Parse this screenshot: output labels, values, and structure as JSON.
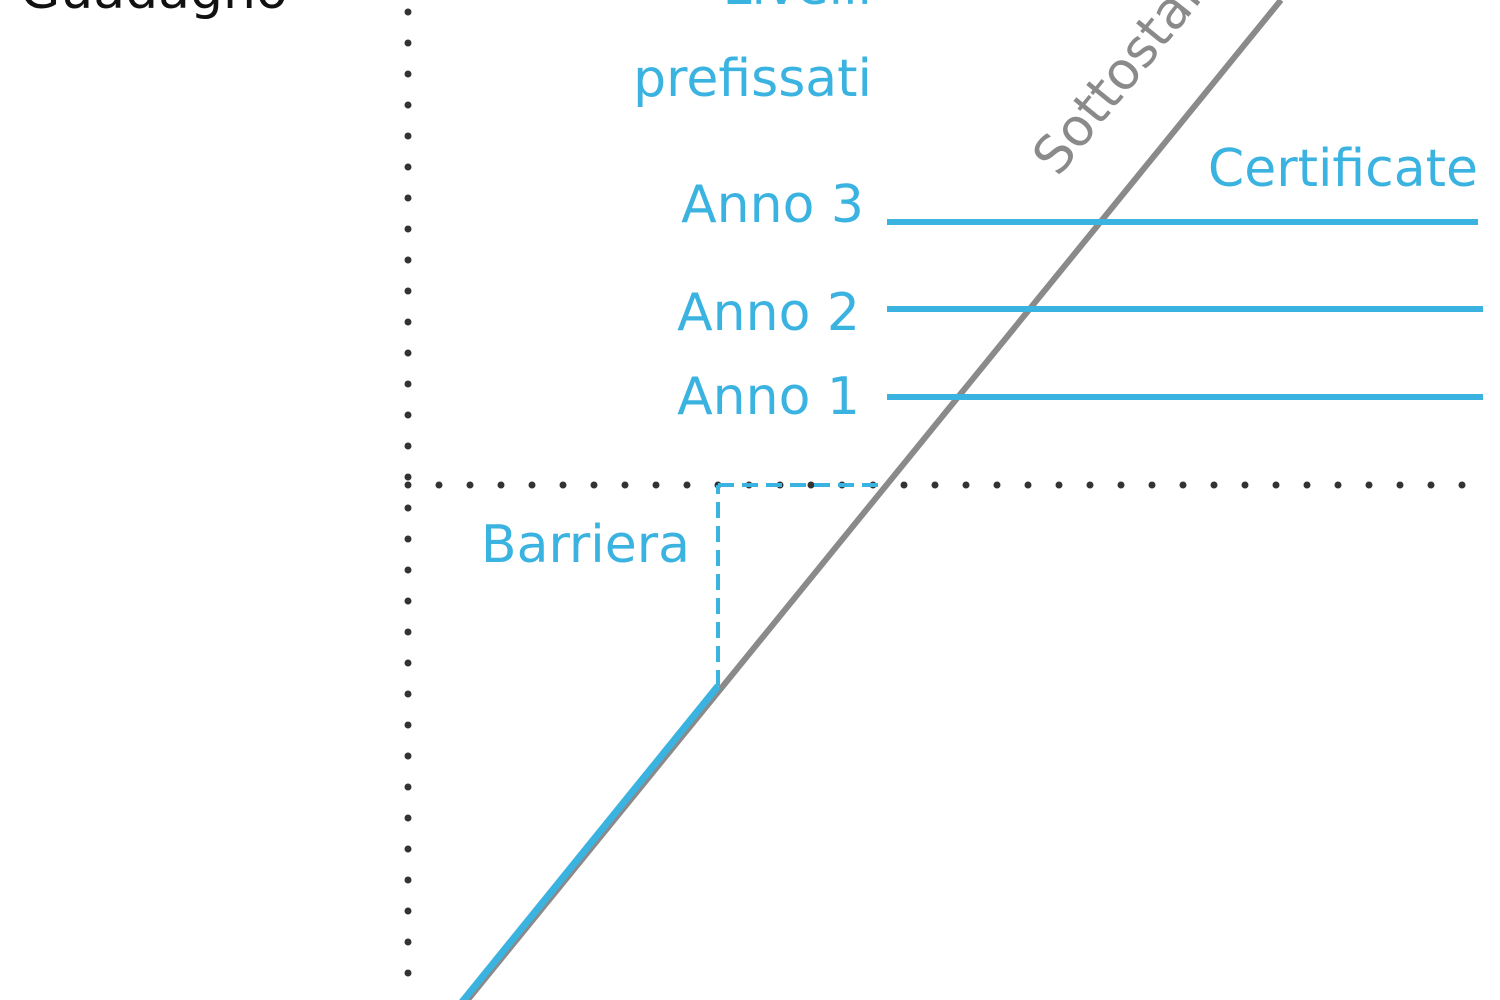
{
  "labels": {
    "y_axis": "Guadagno",
    "levels_line1": "Livelli",
    "levels_line2": "prefissati",
    "underlying": "Sottostante",
    "certificate": "Certificate",
    "year3": "Anno 3",
    "year2": "Anno 2",
    "year1": "Anno 1",
    "barrier": "Barriera"
  },
  "colors": {
    "certificate": "#3bb3e0",
    "underlying": "#8a8a8a",
    "axis": "#333333",
    "text": "#111111"
  }
}
